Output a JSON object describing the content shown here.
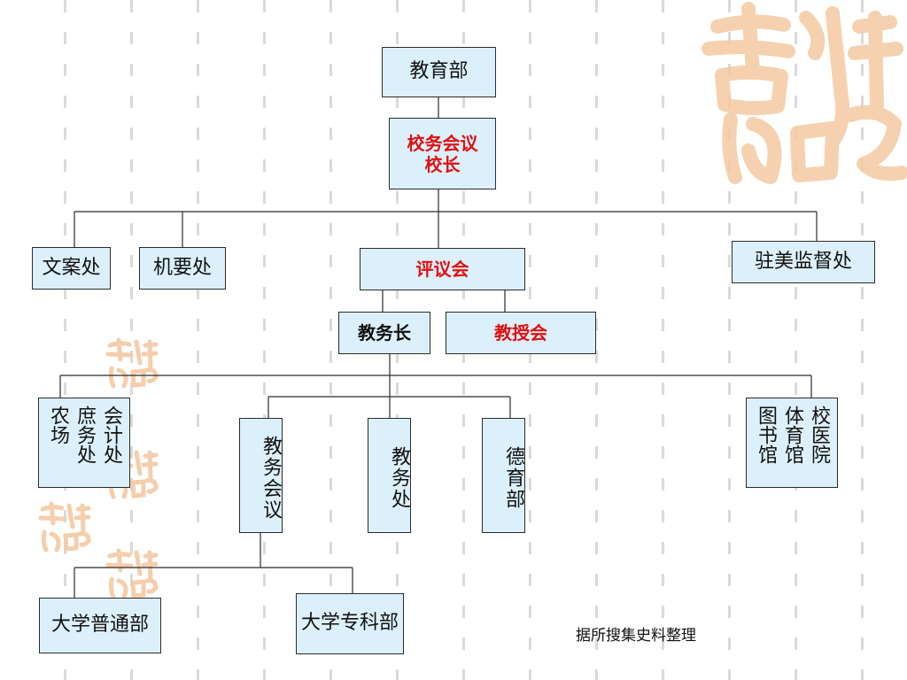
{
  "diagram": {
    "nodes": {
      "ministry": "教育部",
      "council_line1": "校务会议",
      "council_line2": "校长",
      "wenan": "文案处",
      "jiyao": "机要处",
      "pingyi": "评议会",
      "zhumei": "驻美监督处",
      "jiaowuzhang": "教务长",
      "jiaoshou": "教授会",
      "finance_cols": [
        "会计处",
        "庶务处",
        "农场"
      ],
      "jiaowu_huiyi": "教务会议",
      "jiaowuchu": "教务处",
      "deyu": "德育部",
      "library_cols": [
        "校医院",
        "体育馆",
        "图书馆"
      ],
      "putong": "大学普通部",
      "zhuanke": "大学专科部"
    },
    "source_note": "据所搜集史料整理"
  },
  "colors": {
    "box_fill": "#dcf0fb",
    "emphasis_red": "#e01010",
    "line": "#2b2b2b",
    "watermark": "#f5c9a3"
  },
  "icons": {
    "watermark": "auspicious-seal-icon"
  }
}
